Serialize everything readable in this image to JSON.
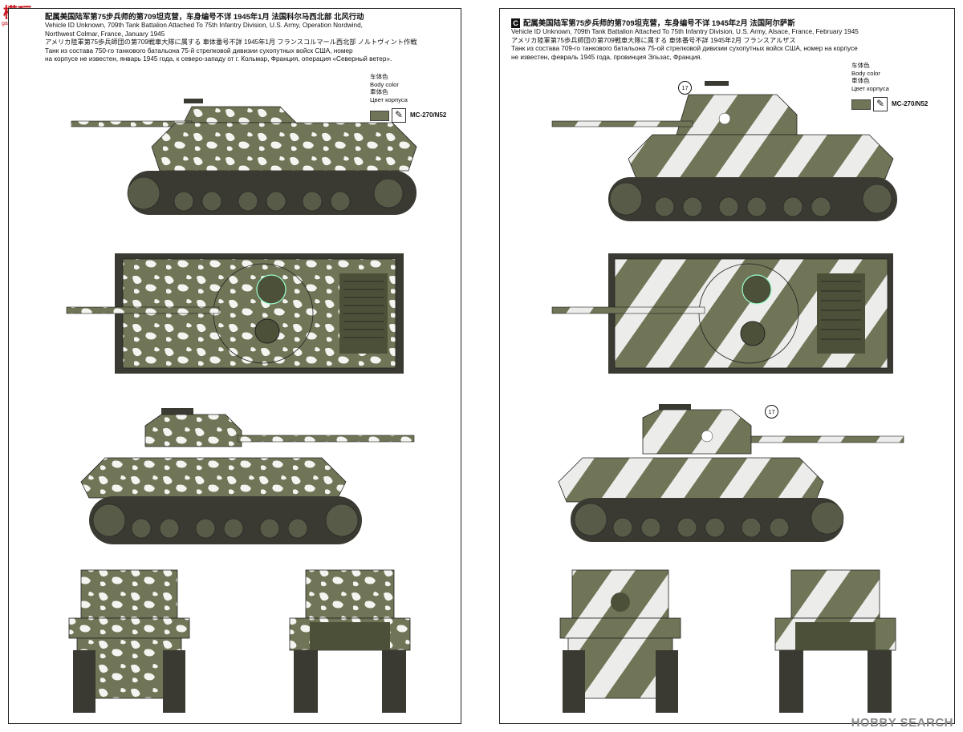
{
  "site_logo": {
    "title": "模玩",
    "subtitle": "gao-shou.com"
  },
  "watermark": "HOBBY SEARCH",
  "left_page": {
    "heading_cn": "配属美国陆军第75步兵师的第709坦克营，车身编号不详 1945年1月 法国科尔马西北部 北风行动",
    "heading_en_1": "Vehicle ID Unknown, 709th Tank Battalion Attached To 75th Infantry Division, U.S. Army, Operation Nordwind,",
    "heading_en_2": "Northwest Colmar, France, January 1945",
    "heading_jp": "アメリカ陸軍第75歩兵師団の第709戦車大隊に属する 車体番号不詳 1945年1月 フランスコルマール西北部 ノルトヴィント作戦",
    "heading_ru_1": "Танк из состава 750-го танкового батальона 75-й стрелковой дивизии сухопутных войск США, номер",
    "heading_ru_2": "на корпусе не известен, январь 1945 года, к северо-западу от г. Кольмар, Франция, операция «Северный ветер».",
    "paint": {
      "cn": "车体色",
      "en": "Body color",
      "jp": "車体色",
      "ru": "Цвет корпуса",
      "code": "MC-270/N52",
      "swatch": "#6f7556"
    }
  },
  "right_page": {
    "marker": "C",
    "heading_cn": "配属美国陆军第75步兵师的第709坦克营，车身编号不详 1945年2月 法国阿尔萨斯",
    "heading_en": "Vehicle ID Unknown, 709th Tank Battalion Attached To 75th Infantry Division, U.S. Army, Alsace, France, February 1945",
    "heading_jp": "アメリカ陸軍第75歩兵師団の第709戦車大隊に属する 車体番号不詳 1945年2月 フランスアルザス",
    "heading_ru_1": "Танк из состава 709-го танкового батальона 75-ой стрелковой дивизии сухопутных войск США, номер на корпусе",
    "heading_ru_2": "не известен, февраль 1945 года, провинция Эльзас, Франция.",
    "paint": {
      "cn": "车体色",
      "en": "Body color",
      "jp": "車体色",
      "ru": "Цвет корпуса",
      "code": "MC-270/N52",
      "swatch": "#6f7556"
    },
    "callout_1": "17",
    "callout_2": "17"
  },
  "colors": {
    "olive": "#6f7556",
    "olive_dark": "#4c5039",
    "white": "#f4f4f0",
    "track": "#3a3a32",
    "wheel": "#585b47"
  }
}
